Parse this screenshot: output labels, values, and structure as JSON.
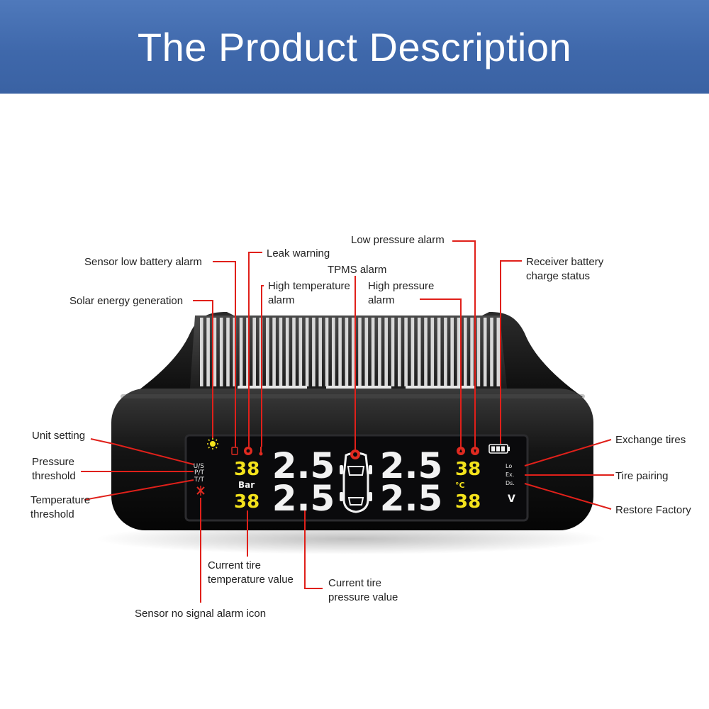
{
  "banner": {
    "title": "The Product Description"
  },
  "labels": {
    "low_pressure": "Low pressure alarm",
    "leak_warning": "Leak warning",
    "sensor_low_battery": "Sensor low battery alarm",
    "tpms_alarm": "TPMS alarm",
    "receiver_battery_1": "Receiver battery",
    "receiver_battery_2": "charge status",
    "high_temp_1": "High temperature",
    "high_temp_2": "alarm",
    "high_pressure_1": "High pressure",
    "high_pressure_2": "alarm",
    "solar": "Solar energy generation",
    "unit_setting": "Unit setting",
    "pressure_threshold_1": "Pressure",
    "pressure_threshold_2": "threshold",
    "temperature_threshold_1": "Temperature",
    "temperature_threshold_2": "threshold",
    "exchange_tires": "Exchange tires",
    "tire_pairing": "Tire pairing",
    "restore_factory": "Restore Factory",
    "current_temp_1": "Current tire",
    "current_temp_2": "temperature value",
    "current_pressure_1": "Current tire",
    "current_pressure_2": "pressure value",
    "no_signal": "Sensor no signal alarm icon"
  },
  "lcd": {
    "left_menu": [
      "U/S",
      "P/T",
      "T/T"
    ],
    "right_menu": [
      "Lo",
      "Ex.",
      "Ds."
    ],
    "pressure_fl": "2.5",
    "pressure_rl": "2.5",
    "pressure_fr": "2.5",
    "pressure_rr": "2.5",
    "temp_fl": "38",
    "temp_rl": "38",
    "temp_fr": "38",
    "temp_rr": "38",
    "unit_bar": "Bar",
    "unit_celsius": "°C",
    "unit_v": "V"
  },
  "colors": {
    "banner": "#3f68ab",
    "leader_line": "#e0201a",
    "lcd_yellow": "#f3e21c",
    "lcd_red": "#e02a20"
  }
}
